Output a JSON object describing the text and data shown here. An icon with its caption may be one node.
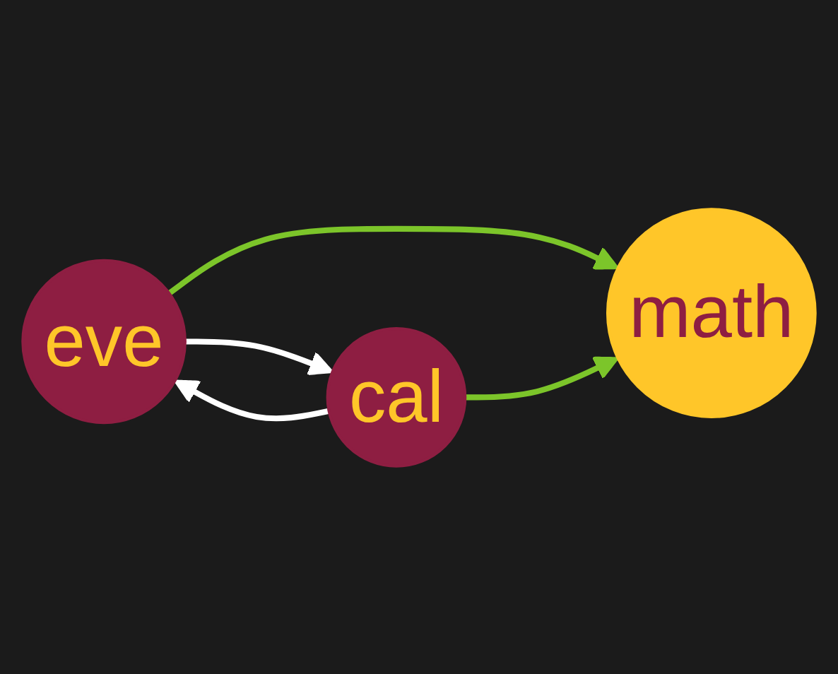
{
  "diagram": {
    "nodes": [
      {
        "text": [
          "eve"
        ]
      },
      {
        "text": [
          "cal"
        ]
      },
      {
        "text": [
          "math"
        ]
      }
    ],
    "edges": [
      {
        "from": 0,
        "to": 1,
        "arrow": "to",
        "color": "#ffffff"
      },
      {
        "from": 1,
        "to": 0,
        "arrow": "to",
        "color": "#ffffff"
      },
      {
        "from": 0,
        "to": 2,
        "arrow": "to",
        "color": "#7cc52a"
      },
      {
        "from": 1,
        "to": 2,
        "arrow": "to",
        "color": "#7cc52a"
      }
    ]
  }
}
